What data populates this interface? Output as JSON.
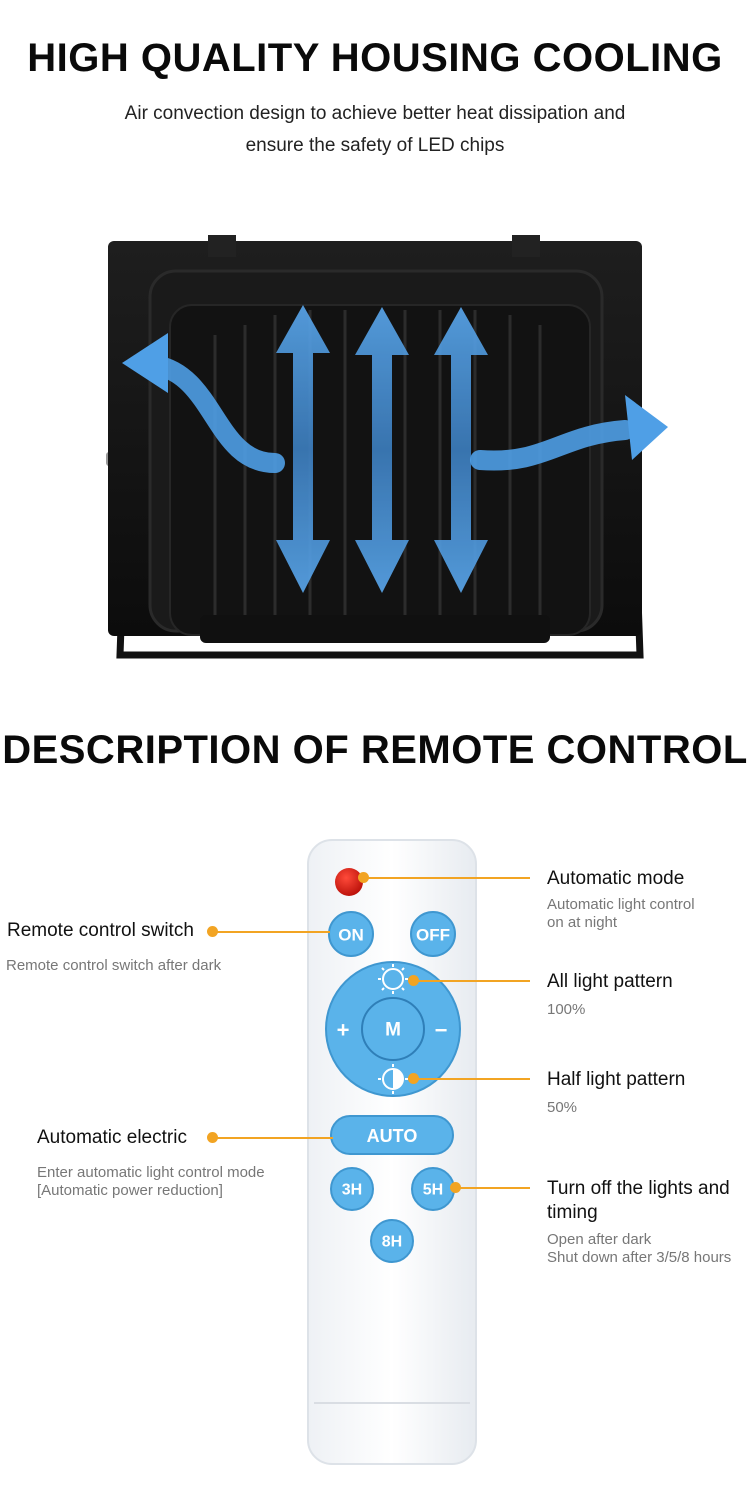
{
  "section1": {
    "title": "HIGH QUALITY HOUSING COOLING",
    "subtitle_line1": "Air convection design to achieve better heat dissipation and",
    "subtitle_line2": "ensure the safety of LED chips"
  },
  "section2": {
    "title": "DESCRIPTION OF REMOTE CONTROL"
  },
  "remote": {
    "on_label": "ON",
    "off_label": "OFF",
    "mode_label": "M",
    "plus_label": "+",
    "minus_label": "−",
    "auto_label": "AUTO",
    "timer_3h": "3H",
    "timer_5h": "5H",
    "timer_8h": "8H"
  },
  "callouts": {
    "automatic_mode": {
      "label": "Automatic mode",
      "desc_line1": "Automatic light control",
      "desc_line2": "on at night"
    },
    "remote_switch": {
      "label": "Remote control switch",
      "desc_line1": "Remote control switch after dark"
    },
    "all_light": {
      "label": "All light pattern",
      "desc_line1": "100%"
    },
    "half_light": {
      "label": "Half light pattern",
      "desc_line1": "50%"
    },
    "auto_electric": {
      "label": "Automatic electric",
      "desc_line1": "Enter automatic light control mode",
      "desc_line2": "[Automatic power reduction]"
    },
    "timing": {
      "label_line1": "Turn off the lights and",
      "label_line2": "timing",
      "desc_line1": "Open after dark",
      "desc_line2": "Shut down after 3/5/8 hours"
    }
  },
  "colors": {
    "accent_orange": "#f2a423",
    "button_blue": "#5ab3ea",
    "arrow_blue": "#4f9fe6",
    "housing_black": "#151515"
  }
}
